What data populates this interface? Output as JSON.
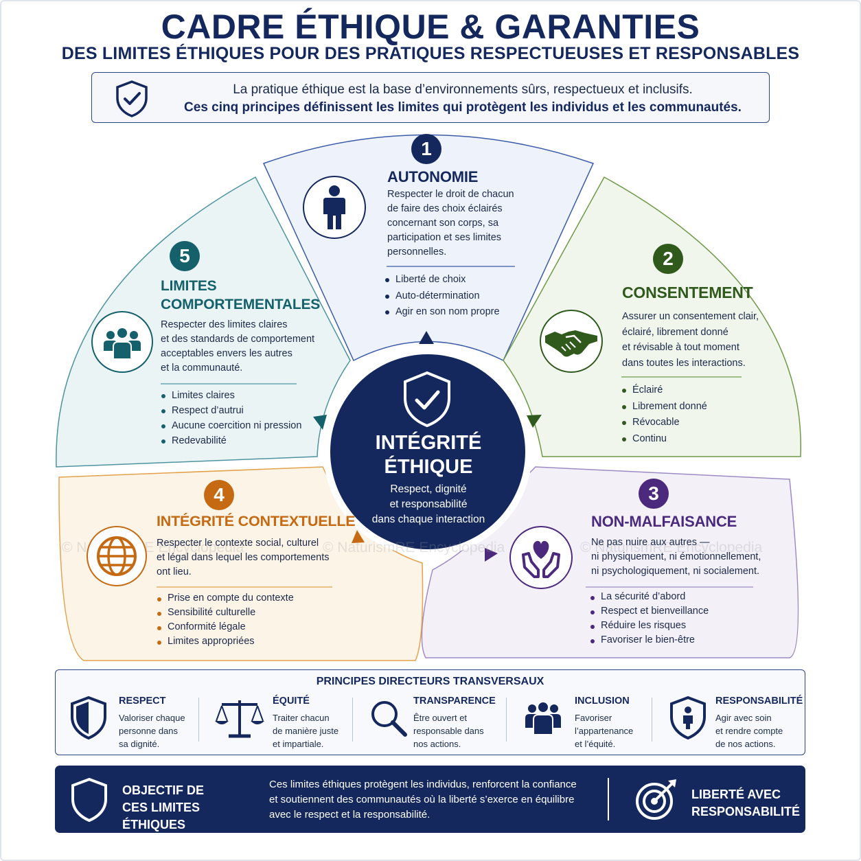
{
  "header": {
    "title": "CADRE ÉTHIQUE & GARANTIES",
    "subtitle": "DES LIMITES ÉTHIQUES POUR DES PRATIQUES RESPECTUEUSES ET RESPONSABLES"
  },
  "intro": {
    "line1": "La pratique éthique est la base d’environnements sûrs, respectueux et inclusifs.",
    "line2": "Ces cinq principes définissent les limites qui protègent les individus et les communautés.",
    "icon": "shield-check-icon"
  },
  "center": {
    "title_line1": "INTÉGRITÉ",
    "title_line2": "ÉTHIQUE",
    "subtitle_line1": "Respect, dignité",
    "subtitle_line2": "et responsabilité",
    "subtitle_line3": "dans chaque interaction",
    "color": "#14285e"
  },
  "principles": [
    {
      "number": "1",
      "title": "AUTONOMIE",
      "desc": [
        "Respecter le droit de chacun",
        "de faire des choix éclairés",
        "concernant son corps, sa",
        "participation et ses limites",
        "personnelles."
      ],
      "bullets": [
        "Liberté de choix",
        "Auto-détermination",
        "Agir en son nom propre"
      ],
      "color": "#14285e",
      "icon": "person-icon"
    },
    {
      "number": "2",
      "title": "CONSENTEMENT",
      "desc": [
        "Assurer un consentement clair,",
        "éclairé, librement donné",
        "et révisable à tout moment",
        "dans toutes les interactions."
      ],
      "bullets": [
        "Éclairé",
        "Librement donné",
        "Révocable",
        "Continu"
      ],
      "color": "#2f5a1c",
      "icon": "handshake-icon"
    },
    {
      "number": "3",
      "title": "NON-MALFAISANCE",
      "desc": [
        "Ne pas nuire aux autres —",
        "ni physiquement, ni émotionnellement,",
        "ni psychologiquement, ni socialement."
      ],
      "bullets": [
        "La sécurité d’abord",
        "Respect et bienveillance",
        "Réduire les risques",
        "Favoriser le bien-être"
      ],
      "color": "#4b2a7d",
      "icon": "heart-hands-icon"
    },
    {
      "number": "4",
      "title": "INTÉGRITÉ CONTEXTUELLE",
      "desc": [
        "Respecter le contexte social, culturel",
        "et légal dans lequel les comportements",
        "ont lieu."
      ],
      "bullets": [
        "Prise en compte du contexte",
        "Sensibilité culturelle",
        "Conformité légale",
        "Limites appropriées"
      ],
      "color": "#c56a12",
      "icon": "globe-icon"
    },
    {
      "number": "5",
      "title_line1": "LIMITES",
      "title_line2": "COMPORTEMENTALES",
      "desc": [
        "Respecter des limites claires",
        "et des standards de comportement",
        "acceptables envers les autres",
        "et la communauté."
      ],
      "bullets": [
        "Limites claires",
        "Respect d’autrui",
        "Aucune coercition ni pression",
        "Redevabilité"
      ],
      "color": "#14606b",
      "icon": "people-group-icon"
    }
  ],
  "cross": {
    "title": "PRINCIPES DIRECTEURS TRANSVERSAUX",
    "items": [
      {
        "title": "RESPECT",
        "desc": [
          "Valoriser chaque",
          "personne dans",
          "sa dignité."
        ],
        "icon": "shield-icon"
      },
      {
        "title": "ÉQUITÉ",
        "desc": [
          "Traiter chacun",
          "de manière juste",
          "et impartiale."
        ],
        "icon": "scales-icon"
      },
      {
        "title": "TRANSPARENCE",
        "desc": [
          "Être ouvert et",
          "responsable dans",
          "nos actions."
        ],
        "icon": "magnifier-icon"
      },
      {
        "title": "INCLUSION",
        "desc": [
          "Favoriser",
          "l’appartenance",
          "et l’équité."
        ],
        "icon": "group-icon"
      },
      {
        "title": "RESPONSABILITÉ",
        "desc": [
          "Agir avec soin",
          "et rendre compte",
          "de nos actions."
        ],
        "icon": "shield-person-icon"
      }
    ]
  },
  "bottom": {
    "heading_line1": "OBJECTIF DE",
    "heading_line2": "CES LIMITES ÉTHIQUES",
    "text_line1": "Ces limites éthiques protègent les individus, renforcent la confiance",
    "text_line2": "et soutiennent des communautés où la liberté s’exerce en équilibre",
    "text_line3": "avec le respect et la responsabilité.",
    "right_line1": "LIBERTÉ AVEC",
    "right_line2": "RESPONSABILITÉ",
    "icon_left": "shield-icon",
    "icon_right": "target-icon"
  },
  "watermark": "© NaturismRE Encyclopedia"
}
